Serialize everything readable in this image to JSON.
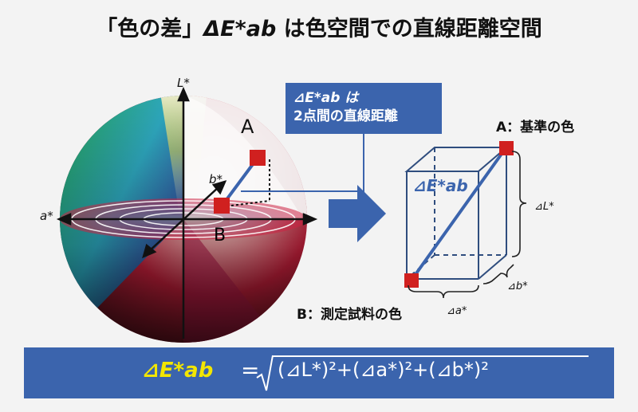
{
  "title": {
    "prefix": "「色の差」",
    "delta": "ΔE*ab",
    "suffix": " は色空間での直線距離空間"
  },
  "callout": {
    "line1": "⊿E*ab は",
    "line2": "2点間の直線距離"
  },
  "sphere": {
    "label_A": "A",
    "label_B": "B",
    "axis_L": "L*",
    "axis_a": "a*",
    "axis_b": "b*"
  },
  "box": {
    "label_ref": "A：基準の色",
    "label_sample": "B：測定試料の色",
    "label_dE": "⊿E*ab",
    "label_dL": "⊿L*",
    "label_db": "⊿b*",
    "label_da": "⊿a*"
  },
  "formula": {
    "lhs": "⊿E*ab",
    "eq": "=",
    "rhs": "(⊿L*)²+(⊿a*)²+(⊿b*)²"
  },
  "colors": {
    "accent_blue": "#3b64ad",
    "marker_red": "#d0201f",
    "formula_yellow": "#f2e600"
  }
}
